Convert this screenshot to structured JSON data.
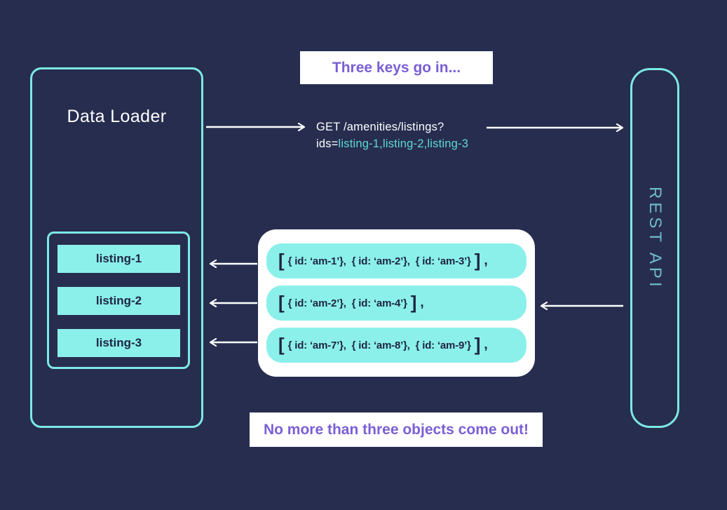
{
  "diagram": {
    "banners": {
      "top": "Three keys go in...",
      "bottom": "No more than three objects come out!"
    },
    "data_loader": {
      "title": "Data Loader",
      "keys": [
        "listing-1",
        "listing-2",
        "listing-3"
      ]
    },
    "rest_api": {
      "label": "REST API"
    },
    "request": {
      "line1": "GET /amenities/listings?",
      "ids_prefix": "ids=",
      "ids_value": "listing-1,listing-2,listing-3"
    },
    "responses": [
      {
        "open": "[",
        "items": "{ id: ‘am-1’},  { id: ‘am-2’},  { id: ‘am-3’}",
        "close": "]",
        "comma": ","
      },
      {
        "open": "[",
        "items": "{ id: ‘am-2’},  { id: ‘am-4’}",
        "close": "]",
        "comma": ","
      },
      {
        "open": "[",
        "items": "{ id: ‘am-7’},  { id: ‘am-8’},  { id: ‘am-9’}",
        "close": "]",
        "comma": ","
      }
    ],
    "colors": {
      "background": "#272d4f",
      "outline_cyan": "#7ce9e4",
      "fill_cyan": "#8bf0ea",
      "accent_purple": "#7a5fd6",
      "rest_api_teal": "#6fbac9",
      "request_ids_cyan": "#5fd9d6",
      "dark_text": "#1e2443",
      "arrow_white": "#ffffff"
    }
  }
}
